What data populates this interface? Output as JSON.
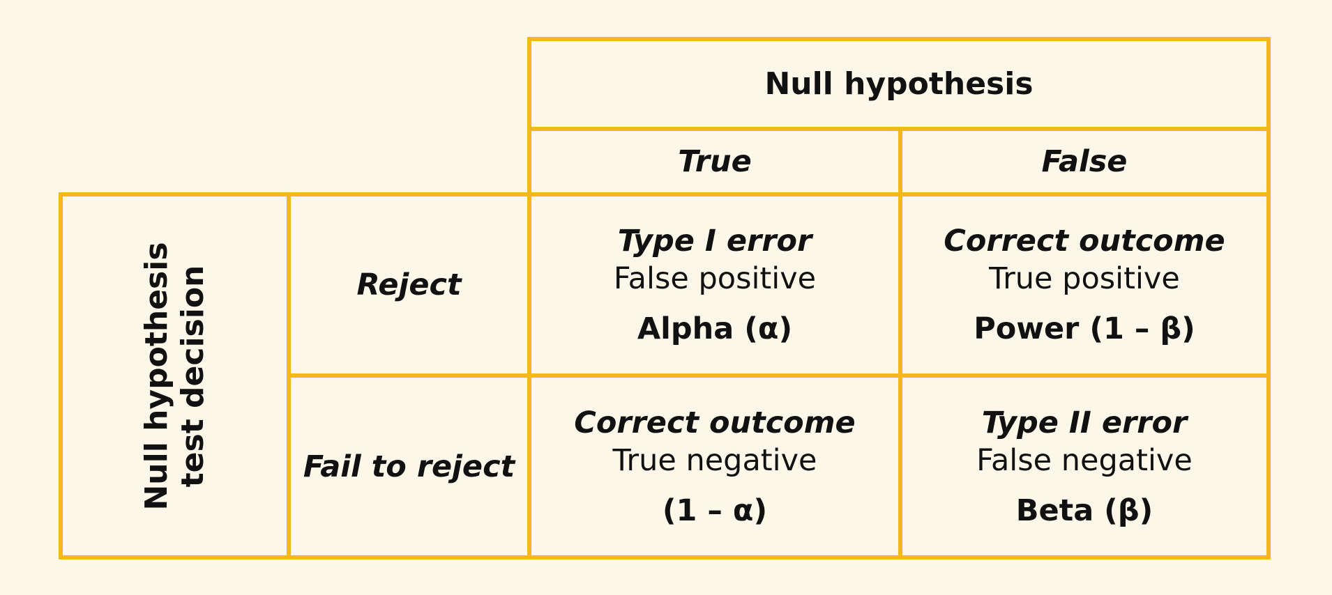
{
  "colors": {
    "background": "#fdf7ea",
    "border": "#f5b81c",
    "text": "#111111"
  },
  "header": {
    "title": "Null hypothesis",
    "col_true": "True",
    "col_false": "False"
  },
  "side": {
    "line1": "Null hypothesis",
    "line2": "test decision"
  },
  "rows": {
    "reject": "Reject",
    "fail": "Fail to reject"
  },
  "cells": {
    "reject_true": {
      "title": "Type I error",
      "subtitle": "False positive",
      "value": "Alpha (α)"
    },
    "reject_false": {
      "title": "Correct outcome",
      "subtitle": "True positive",
      "value": "Power (1 – β)"
    },
    "fail_true": {
      "title": "Correct outcome",
      "subtitle": "True negative",
      "value": "(1 – α)"
    },
    "fail_false": {
      "title": "Type II error",
      "subtitle": "False negative",
      "value": "Beta (β)"
    }
  }
}
